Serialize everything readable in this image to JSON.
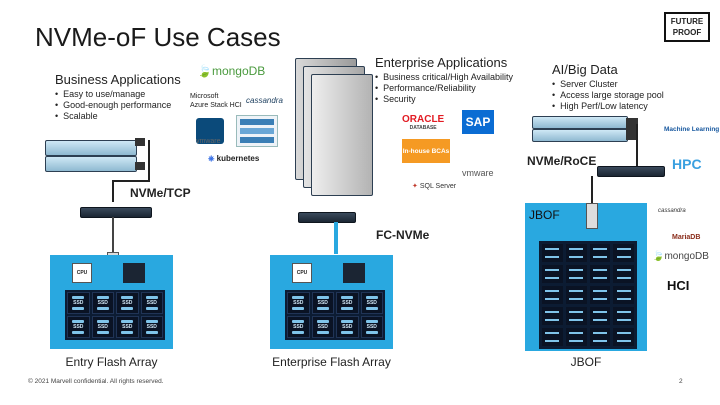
{
  "title": "NVMe-oF Use Cases",
  "brand_logo": [
    "FUTURE",
    "PROOF"
  ],
  "business": {
    "heading": "Business Applications",
    "bullets": [
      "Easy to use/manage",
      "Good-enough performance",
      "Scalable"
    ],
    "logos": [
      "mongoDB",
      "Microsoft",
      "Azure Stack HCI",
      "cassandra",
      "vmware",
      "kubernetes"
    ]
  },
  "enterprise": {
    "heading": "Enterprise Applications",
    "bullets": [
      "Business critical/High Availability",
      "Performance/Reliability",
      "Security"
    ],
    "logos": [
      "ORACLE",
      "DATABASE",
      "SAP",
      "In-house BCAs",
      "SQL Server",
      "vmware"
    ]
  },
  "ai": {
    "heading": "AI/Big Data",
    "bullets": [
      "Server Cluster",
      "Access large storage pool",
      "High Perf/Low latency"
    ],
    "logos": [
      "Machine Learning",
      "HPC",
      "cassandra",
      "MariaDB",
      "mongoDB",
      "HCI"
    ]
  },
  "protocols": {
    "tcp": "NVMe/TCP",
    "fc": "FC-NVMe",
    "roce": "NVMe/RoCE"
  },
  "arrays": {
    "entry": "Entry Flash Array",
    "enterprise": "Enterprise Flash Array",
    "jbof": "JBOF",
    "jbof_inner": "JBOF"
  },
  "array_parts": {
    "cpu": "CPU",
    "ssd": "SSD"
  },
  "footer": "© 2021 Marvell confidential. All rights reserved.",
  "page_number": "2",
  "colors": {
    "array_blue": "#29a8e0",
    "fc_link": "#29a8e0",
    "ssd_dark": "#0a1324"
  }
}
